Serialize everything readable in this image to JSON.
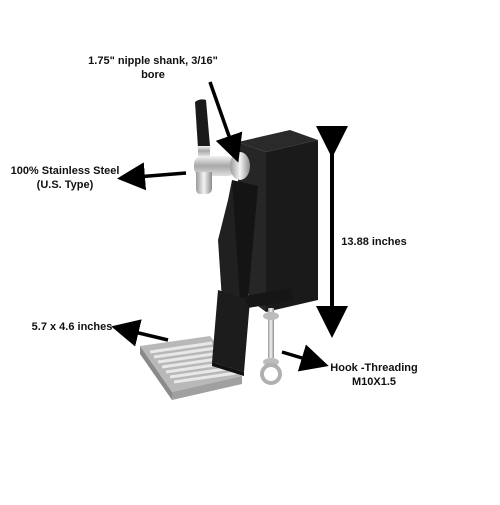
{
  "labels": {
    "shank": {
      "line1": "1.75\" nipple shank, 3/16\"",
      "line2": "bore"
    },
    "steel": {
      "line1": "100% Stainless Steel",
      "line2": "(U.S. Type)"
    },
    "height": "13.88 inches",
    "tray": "5.7 x 4.6 inches",
    "hook": {
      "line1": "Hook -Threading",
      "line2": "M10X1.5"
    }
  },
  "colors": {
    "background": "#ffffff",
    "tower": "#1c1c1c",
    "tower_face": "#2a2a2a",
    "steel": "#c8c8c8",
    "arrow": "#000000",
    "text": "#111111"
  },
  "icons": {
    "arrows": "double-headed-arrow"
  }
}
